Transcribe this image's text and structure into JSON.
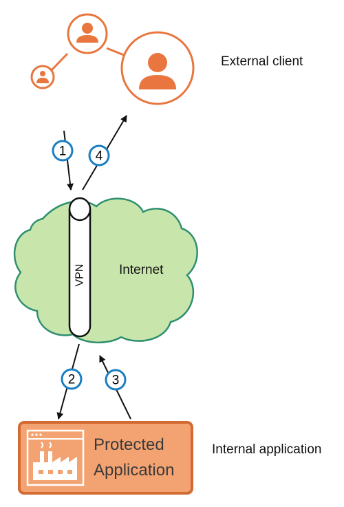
{
  "labels": {
    "external_client": "External client",
    "internet": "Internet",
    "vpn": "VPN",
    "internal_application": "Internal application"
  },
  "application_box": {
    "line1": "Protected",
    "line2": "Application"
  },
  "steps": [
    {
      "number": "1"
    },
    {
      "number": "4"
    },
    {
      "number": "2"
    },
    {
      "number": "3"
    }
  ],
  "colors": {
    "client_orange": "#e8763e",
    "cloud_fill": "#c8e6ab",
    "cloud_stroke": "#2f8f6f",
    "step_circle": "#1a7ec2",
    "app_fill": "#f3a271",
    "app_stroke": "#d26a33",
    "arrow": "#111111"
  },
  "icons": {
    "client_nodes": "user-icon",
    "application": "factory-icon"
  }
}
